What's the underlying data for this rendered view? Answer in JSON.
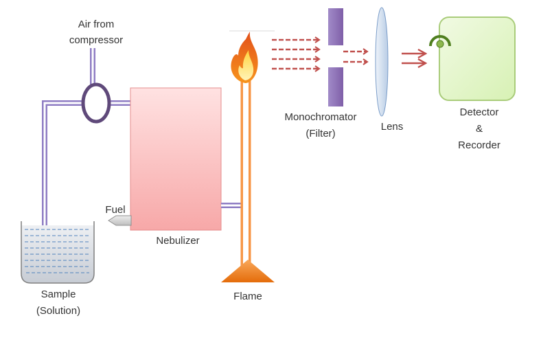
{
  "labels": {
    "air": [
      "Air from",
      "compressor"
    ],
    "fuel": "Fuel",
    "nebulizer": "Nebulizer",
    "flame": "Flame",
    "sample": [
      "Sample",
      "(Solution)"
    ],
    "monochromator": [
      "Monochromator",
      "(Filter)"
    ],
    "lens": "Lens",
    "detector": [
      "Detector",
      "&",
      "Recorder"
    ]
  },
  "colors": {
    "pipe": "#8E7CC3",
    "ring": "#5F497A",
    "nebulizer": "#F7A8A8",
    "fuel_nozzle": "#BFBFBF",
    "flame_column": "#F79646",
    "burner": "#E46C0A",
    "flame": "#F7941D",
    "rays": "#C0504D",
    "monochromator": "#7F5FA8",
    "lens": "#B9CDE5",
    "detector": "#D7F1B4",
    "sensor": "#4F7F1F",
    "liquid_lines": "#4F81BD"
  }
}
